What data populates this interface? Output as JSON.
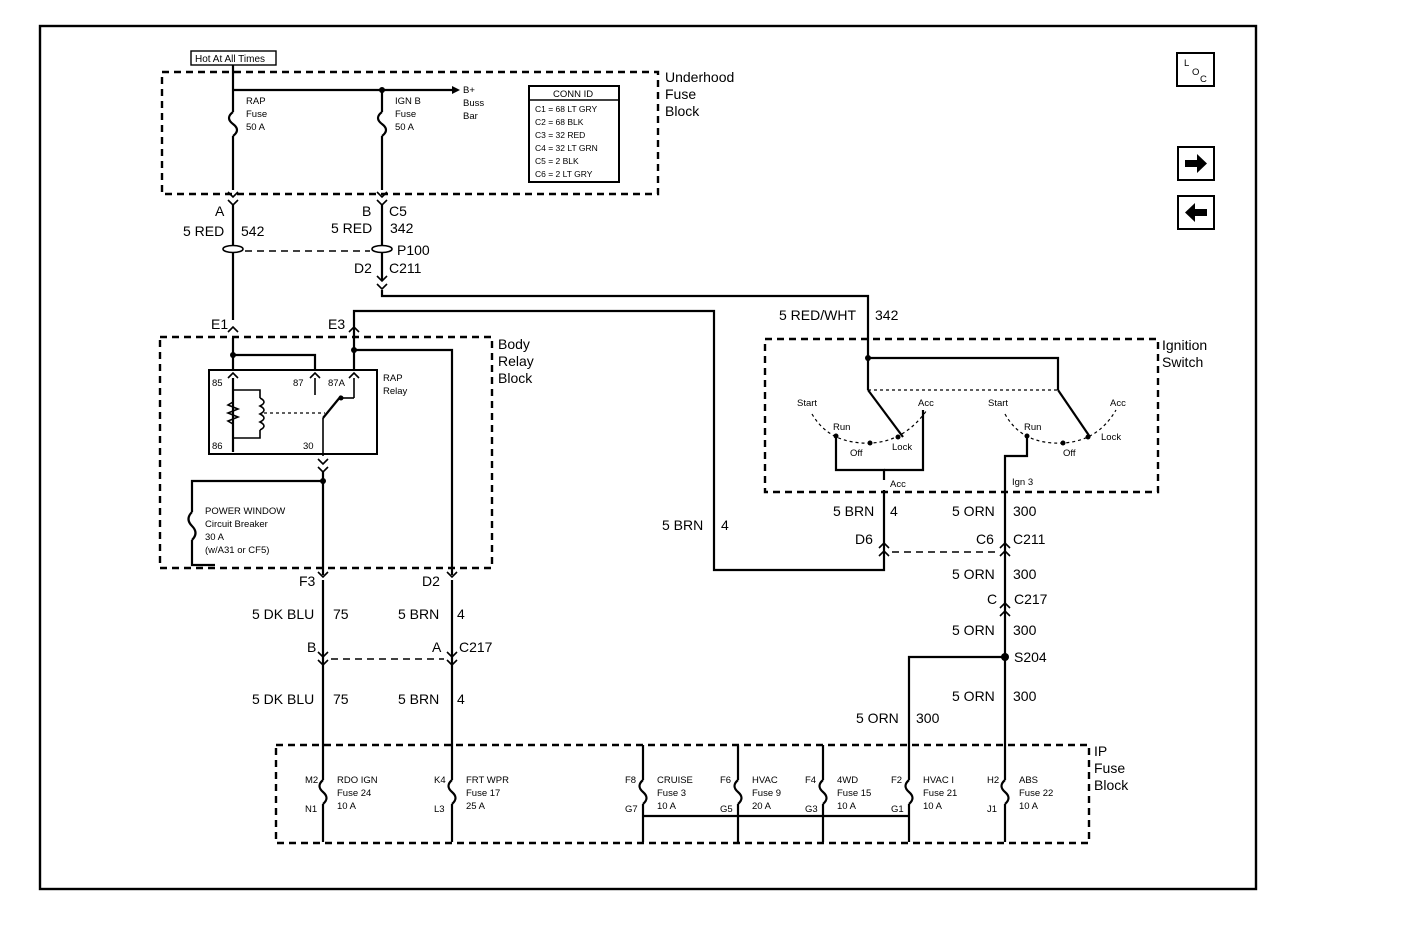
{
  "hot_label": "Hot At All Times",
  "underhood": {
    "title_lines": [
      "Underhood",
      "Fuse",
      "Block"
    ],
    "rap_fuse": [
      "RAP",
      "Fuse",
      "50 A"
    ],
    "ign_fuse": [
      "IGN B",
      "Fuse",
      "50 A"
    ],
    "buss": [
      "B+",
      "Buss",
      "Bar"
    ],
    "conn_title": "CONN ID",
    "conn": [
      "C1 = 68 LT GRY",
      "C2 = 68 BLK",
      "C3 = 32 RED",
      "C4 = 32 LT GRN",
      "C5 = 2 BLK",
      "C6 = 2 LT GRY"
    ]
  },
  "labels": {
    "A": "A",
    "B": "B",
    "C5": "C5",
    "five_red": "5 RED",
    "c542": "542",
    "c342": "342",
    "P100": "P100",
    "D2": "D2",
    "C211": "C211",
    "E1": "E1",
    "E3": "E3",
    "red_wht": "5 RED/WHT",
    "brn": "5 BRN",
    "c4": "4",
    "D6": "D6",
    "C6": "C6",
    "orn": "5 ORN",
    "c300": "300",
    "C": "C",
    "C217": "C217",
    "S204": "S204",
    "F3": "F3",
    "dkblu": "5 DK BLU",
    "c75": "75",
    "Bpin": "B",
    "Apin": "A",
    "acc": "Acc",
    "ign3": "Ign 3"
  },
  "body_relay": {
    "title_lines": [
      "Body",
      "Relay",
      "Block"
    ],
    "relay": [
      "RAP",
      "Relay"
    ],
    "pins": [
      "85",
      "86",
      "87",
      "87A",
      "30"
    ],
    "breaker": [
      "POWER WINDOW",
      "Circuit Breaker",
      "30 A",
      "(w/A31 or CF5)"
    ]
  },
  "ignition": {
    "title_lines": [
      "Ignition",
      "Switch"
    ],
    "positions": [
      "Start",
      "Run",
      "Off",
      "Lock",
      "Acc"
    ]
  },
  "ip_block": {
    "title_lines": [
      "IP",
      "Fuse",
      "Block"
    ],
    "fuses": [
      {
        "top": "M2",
        "bot": "N1",
        "name": "RDO IGN",
        "num": "Fuse 24",
        "amp": "10 A"
      },
      {
        "top": "K4",
        "bot": "L3",
        "name": "FRT WPR",
        "num": "Fuse 17",
        "amp": "25 A"
      },
      {
        "top": "F8",
        "bot": "G7",
        "name": "CRUISE",
        "num": "Fuse 3",
        "amp": "10 A"
      },
      {
        "top": "F6",
        "bot": "G5",
        "name": "HVAC",
        "num": "Fuse 9",
        "amp": "20 A"
      },
      {
        "top": "F4",
        "bot": "G3",
        "name": "4WD",
        "num": "Fuse 15",
        "amp": "10 A"
      },
      {
        "top": "F2",
        "bot": "G1",
        "name": "HVAC I",
        "num": "Fuse 21",
        "amp": "10 A"
      },
      {
        "top": "H2",
        "bot": "J1",
        "name": "ABS",
        "num": "Fuse 22",
        "amp": "10 A"
      }
    ]
  },
  "nav": {
    "loc": [
      "L",
      "O",
      "C"
    ],
    "next_icon": "arrow-right-icon",
    "prev_icon": "arrow-left-icon"
  }
}
